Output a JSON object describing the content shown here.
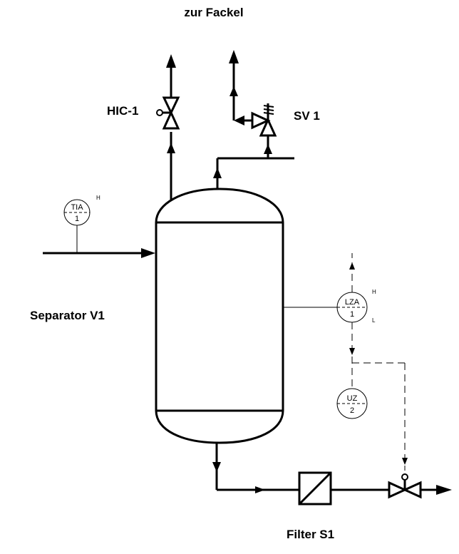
{
  "labels": {
    "flare": "zur Fackel",
    "hic": "HIC-1",
    "sv": "SV 1",
    "separator": "Separator V1",
    "filter": "Filter S1"
  },
  "instruments": {
    "tia": {
      "tag": "TIA",
      "num": "1",
      "alarm_high": "H"
    },
    "lza": {
      "tag": "LZA",
      "num": "1",
      "alarm_high": "H",
      "alarm_low": "L"
    },
    "uz": {
      "tag": "UZ",
      "num": "2"
    }
  }
}
